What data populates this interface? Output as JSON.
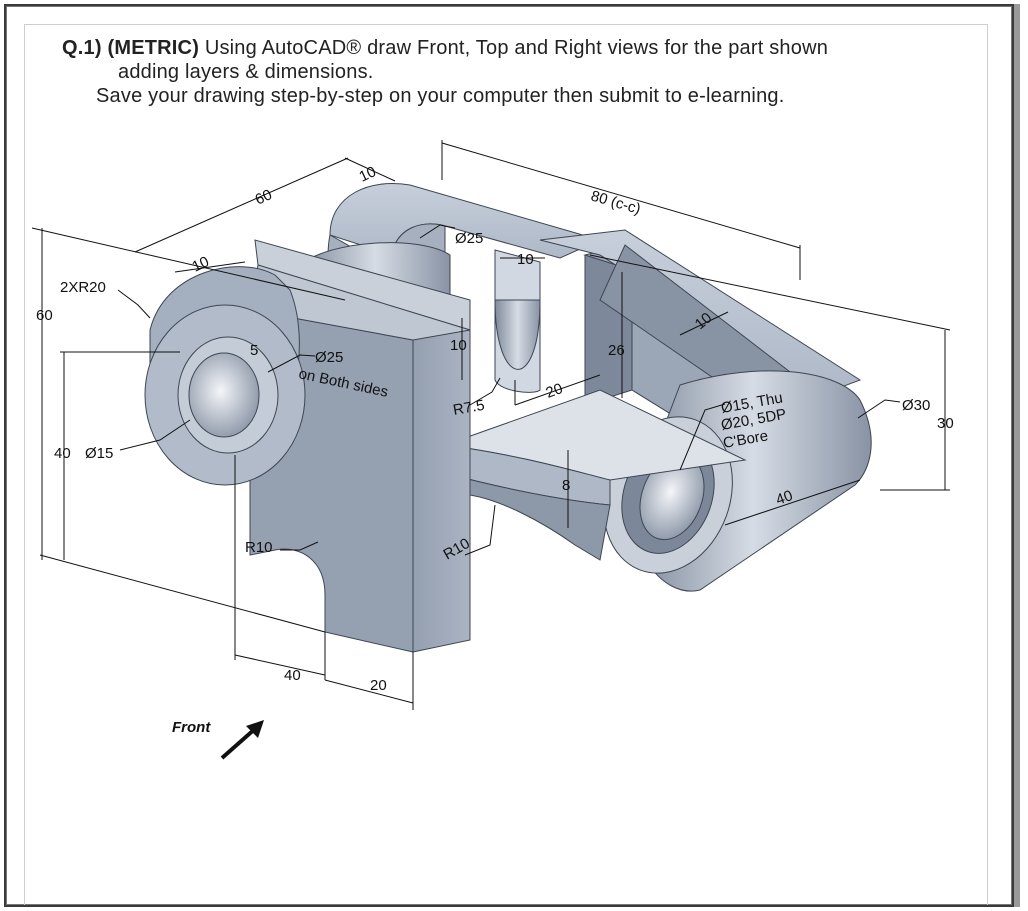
{
  "question": {
    "number": "Q.1)",
    "unit_tag": "(METRIC)",
    "line1_rest": " Using AutoCAD® draw Front, Top and Right views for the part shown",
    "line2": "adding layers & dimensions.",
    "line3": "Save your drawing step-by-step on your computer then submit to e-learning."
  },
  "dimensions": {
    "d60_top": "60",
    "d10_top": "10",
    "d80": "80 (c-c)",
    "d10_lug": "10",
    "d2xr20": "2XR20",
    "d60_left": "60",
    "d25_top": "Ø25",
    "d10_slot": "10",
    "d10_rib": "10",
    "d5": "5",
    "d25_side": "Ø25",
    "d25_side_note": "on Both sides",
    "d10_slot_h": "10",
    "d26": "26",
    "r75": "R7.5",
    "d20_slot": "20",
    "d30_dia": "Ø30",
    "d30": "30",
    "d40_left": "40",
    "d15_left": "Ø15",
    "d15_thu": "Ø15, Thu",
    "d20_5dp": "Ø20, 5DP",
    "cbore": "C'Bore",
    "d8": "8",
    "d40_right": "40",
    "r10_left": "R10",
    "r10_mid": "R10",
    "d40_bottom": "40",
    "d20_bottom": "20",
    "front": "Front"
  }
}
